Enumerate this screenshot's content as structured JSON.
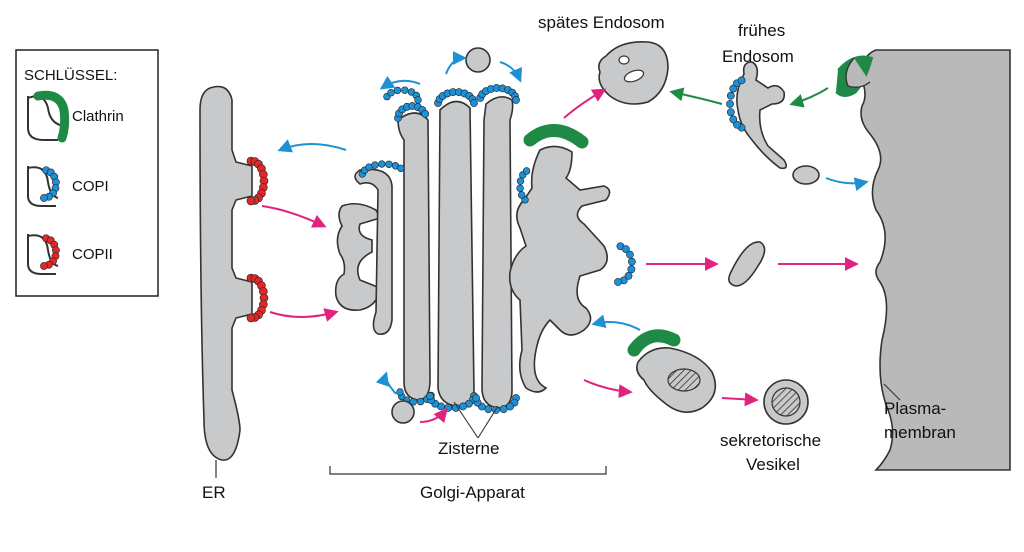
{
  "key": {
    "title": "SCHLÜSSEL:",
    "items": [
      {
        "label": "Clathrin",
        "color": "#1f8a46"
      },
      {
        "label": "COPI",
        "color": "#1e90d6"
      },
      {
        "label": "COPII",
        "color": "#e02828"
      }
    ]
  },
  "labels": {
    "er": "ER",
    "golgi": "Golgi-Apparat",
    "cisterna": "Zisterne",
    "late_endosome": "spätes Endosom",
    "early_endosome_1": "frühes",
    "early_endosome_2": "Endosom",
    "secretory_1": "sekretorische",
    "secretory_2": "Vesikel",
    "membrane_1": "Plasma-",
    "membrane_2": "membran"
  },
  "colors": {
    "organelle": "#c8c9cb",
    "membrane_fill": "#b9b9b9",
    "clathrin": "#1f8a46",
    "copi": "#1e90d6",
    "copii": "#e02828",
    "arrow_pink": "#e0237f",
    "arrow_blue": "#1e90d6",
    "arrow_green": "#1f8a46"
  }
}
